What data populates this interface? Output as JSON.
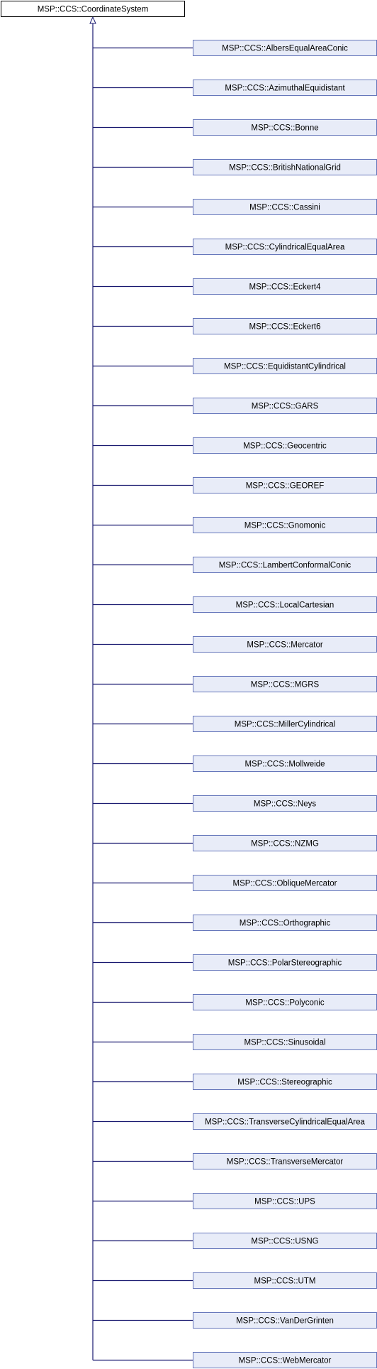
{
  "diagram": {
    "root": {
      "label": "MSP::CCS::CoordinateSystem"
    },
    "children": [
      {
        "label": "MSP::CCS::AlbersEqualAreaConic"
      },
      {
        "label": "MSP::CCS::AzimuthalEquidistant"
      },
      {
        "label": "MSP::CCS::Bonne"
      },
      {
        "label": "MSP::CCS::BritishNationalGrid"
      },
      {
        "label": "MSP::CCS::Cassini"
      },
      {
        "label": "MSP::CCS::CylindricalEqualArea"
      },
      {
        "label": "MSP::CCS::Eckert4"
      },
      {
        "label": "MSP::CCS::Eckert6"
      },
      {
        "label": "MSP::CCS::EquidistantCylindrical"
      },
      {
        "label": "MSP::CCS::GARS"
      },
      {
        "label": "MSP::CCS::Geocentric"
      },
      {
        "label": "MSP::CCS::GEOREF"
      },
      {
        "label": "MSP::CCS::Gnomonic"
      },
      {
        "label": "MSP::CCS::LambertConformalConic"
      },
      {
        "label": "MSP::CCS::LocalCartesian"
      },
      {
        "label": "MSP::CCS::Mercator"
      },
      {
        "label": "MSP::CCS::MGRS"
      },
      {
        "label": "MSP::CCS::MillerCylindrical"
      },
      {
        "label": "MSP::CCS::Mollweide"
      },
      {
        "label": "MSP::CCS::Neys"
      },
      {
        "label": "MSP::CCS::NZMG"
      },
      {
        "label": "MSP::CCS::ObliqueMercator"
      },
      {
        "label": "MSP::CCS::Orthographic"
      },
      {
        "label": "MSP::CCS::PolarStereographic"
      },
      {
        "label": "MSP::CCS::Polyconic"
      },
      {
        "label": "MSP::CCS::Sinusoidal"
      },
      {
        "label": "MSP::CCS::Stereographic"
      },
      {
        "label": "MSP::CCS::TransverseCylindricalEqualArea"
      },
      {
        "label": "MSP::CCS::TransverseMercator"
      },
      {
        "label": "MSP::CCS::UPS"
      },
      {
        "label": "MSP::CCS::USNG"
      },
      {
        "label": "MSP::CCS::UTM"
      },
      {
        "label": "MSP::CCS::VanDerGrinten"
      },
      {
        "label": "MSP::CCS::WebMercator"
      }
    ],
    "colors": {
      "edge": "#191970",
      "root_border": "#000000",
      "root_fill": "#ffffff",
      "child_border": "#6677bb",
      "child_fill": "#e8ecf8",
      "text": "#000000"
    }
  }
}
